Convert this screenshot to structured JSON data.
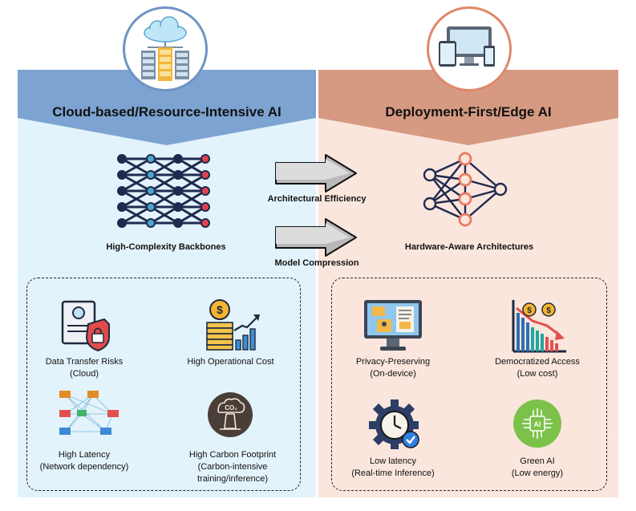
{
  "left": {
    "title": "Cloud-based/Resource-Intensive AI",
    "network_caption": "High-Complexity Backbones",
    "items": [
      {
        "line1": "Data Transfer Risks",
        "line2": "(Cloud)"
      },
      {
        "line1": "High Operational Cost",
        "line2": ""
      },
      {
        "line1": "High Latency",
        "line2": "(Network dependency)"
      },
      {
        "line1": "High Carbon Footprint",
        "line2": "(Carbon-intensive",
        "line3": "training/inference)"
      }
    ]
  },
  "right": {
    "title": "Deployment-First/Edge AI",
    "network_caption": "Hardware-Aware Architectures",
    "items": [
      {
        "line1": "Privacy-Preserving",
        "line2": "(On-device)"
      },
      {
        "line1": "Democratized Access",
        "line2": "(Low cost)"
      },
      {
        "line1": "Low latency",
        "line2": "(Real-time Inference)"
      },
      {
        "line1": "Green AI",
        "line2": "(Low energy)"
      }
    ]
  },
  "arrows": {
    "top_label": "Architectural Efficiency",
    "bottom_label": "Model Compression"
  },
  "icons": {
    "cloud_badge": "cloud-server-icon",
    "edge_badge": "devices-icon",
    "green_badge_text": "AI",
    "co2_text": "CO₂"
  },
  "colors": {
    "left_banner": "#7ca3d1",
    "right_banner": "#d69a82",
    "left_panel": "#e3f3fb",
    "right_panel": "#fbe6dd",
    "node_blue": "#4aa8c8",
    "node_red": "#e2424d",
    "node_orange": "#ef7a5d",
    "network_navy": "#1f2a4f"
  }
}
